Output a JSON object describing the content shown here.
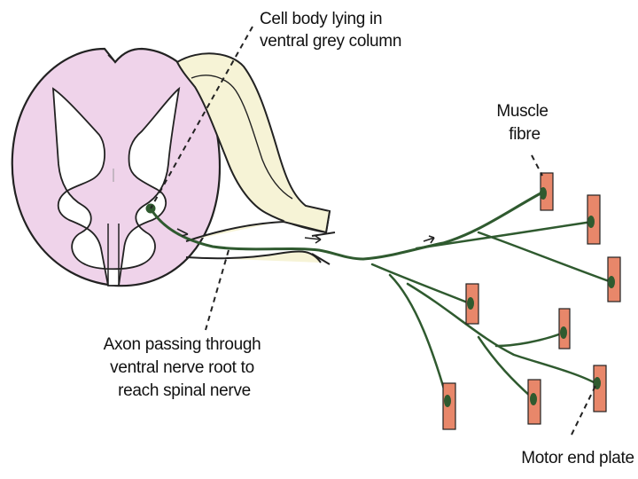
{
  "labels": {
    "cell_body": [
      "Cell body lying in",
      "ventral grey column"
    ],
    "muscle_fibre": [
      "Muscle",
      "fibre"
    ],
    "axon": [
      "Axon passing through",
      "ventral nerve root to",
      "reach spinal nerve"
    ],
    "motor_end_plate": "Motor end plate"
  },
  "colors": {
    "spinal_cord_fill": "#efd3ea",
    "grey_matter_fill": "#ffffff",
    "nerve_root_fill": "#f6f3d6",
    "axon_stroke": "#2f5a2f",
    "muscle_fill": "#e8876a",
    "outline": "#222222"
  }
}
